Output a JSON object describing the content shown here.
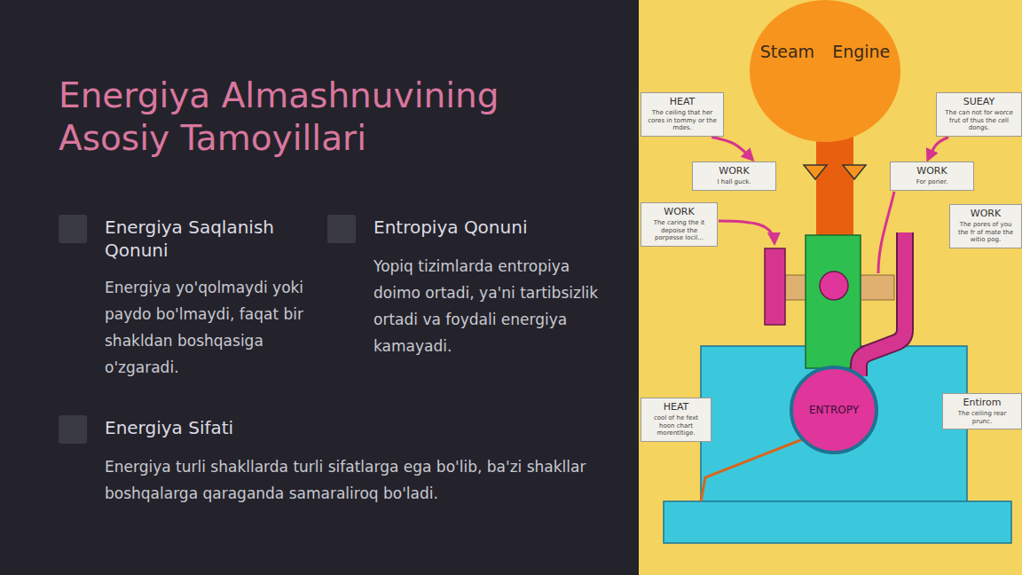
{
  "diagram": {
    "title": "Energiya Almashnuvining Asosiy Tamoyillari",
    "nodes": [
      {
        "text": [
          "Steam Engine"
        ]
      },
      {
        "text": [
          "HEAT",
          "The ceiling that her cores in tommy or the mdes."
        ]
      },
      {
        "text": [
          "SUEAY",
          "The can not for worce frut of thus the cell dongs."
        ]
      },
      {
        "text": [
          "WORK",
          "I hall guck."
        ]
      },
      {
        "text": [
          "WORK",
          "For porier."
        ]
      },
      {
        "text": [
          "WORK",
          "The caring the it depoise the porpesse locil..."
        ]
      },
      {
        "text": [
          "WORK",
          "The pores of you the fr of mate the witio pog."
        ]
      },
      {
        "text": [
          "HEAT",
          "cool of he fext hoon chart morentltige."
        ]
      },
      {
        "text": [
          "ENTROPY"
        ]
      },
      {
        "text": [
          "Entirom",
          "The ceiling rear prunc."
        ]
      }
    ],
    "edges": [
      {
        "from": 1,
        "to": 3,
        "arrow": "to"
      },
      {
        "from": 2,
        "to": 4,
        "arrow": "to"
      }
    ],
    "labels": [
      "Energiya Saqlanish Qonuni",
      "Energiya yo'qolmaydi yoki paydo bo'lmaydi, faqat bir shakldan boshqasiga o'zgaradi.",
      "Entropiya Qonuni",
      "Yopiq tizimlarda entropiya doimo ortadi, ya'ni tartibsizlik ortadi va foydali energiya kamayadi.",
      "Energiya Sifati",
      "Energiya turli shakllarda turli sifatlarga ega bo'lib, ba'zi shakllar boshqalarga qaraganda samaraliroq bo'ladi."
    ]
  }
}
